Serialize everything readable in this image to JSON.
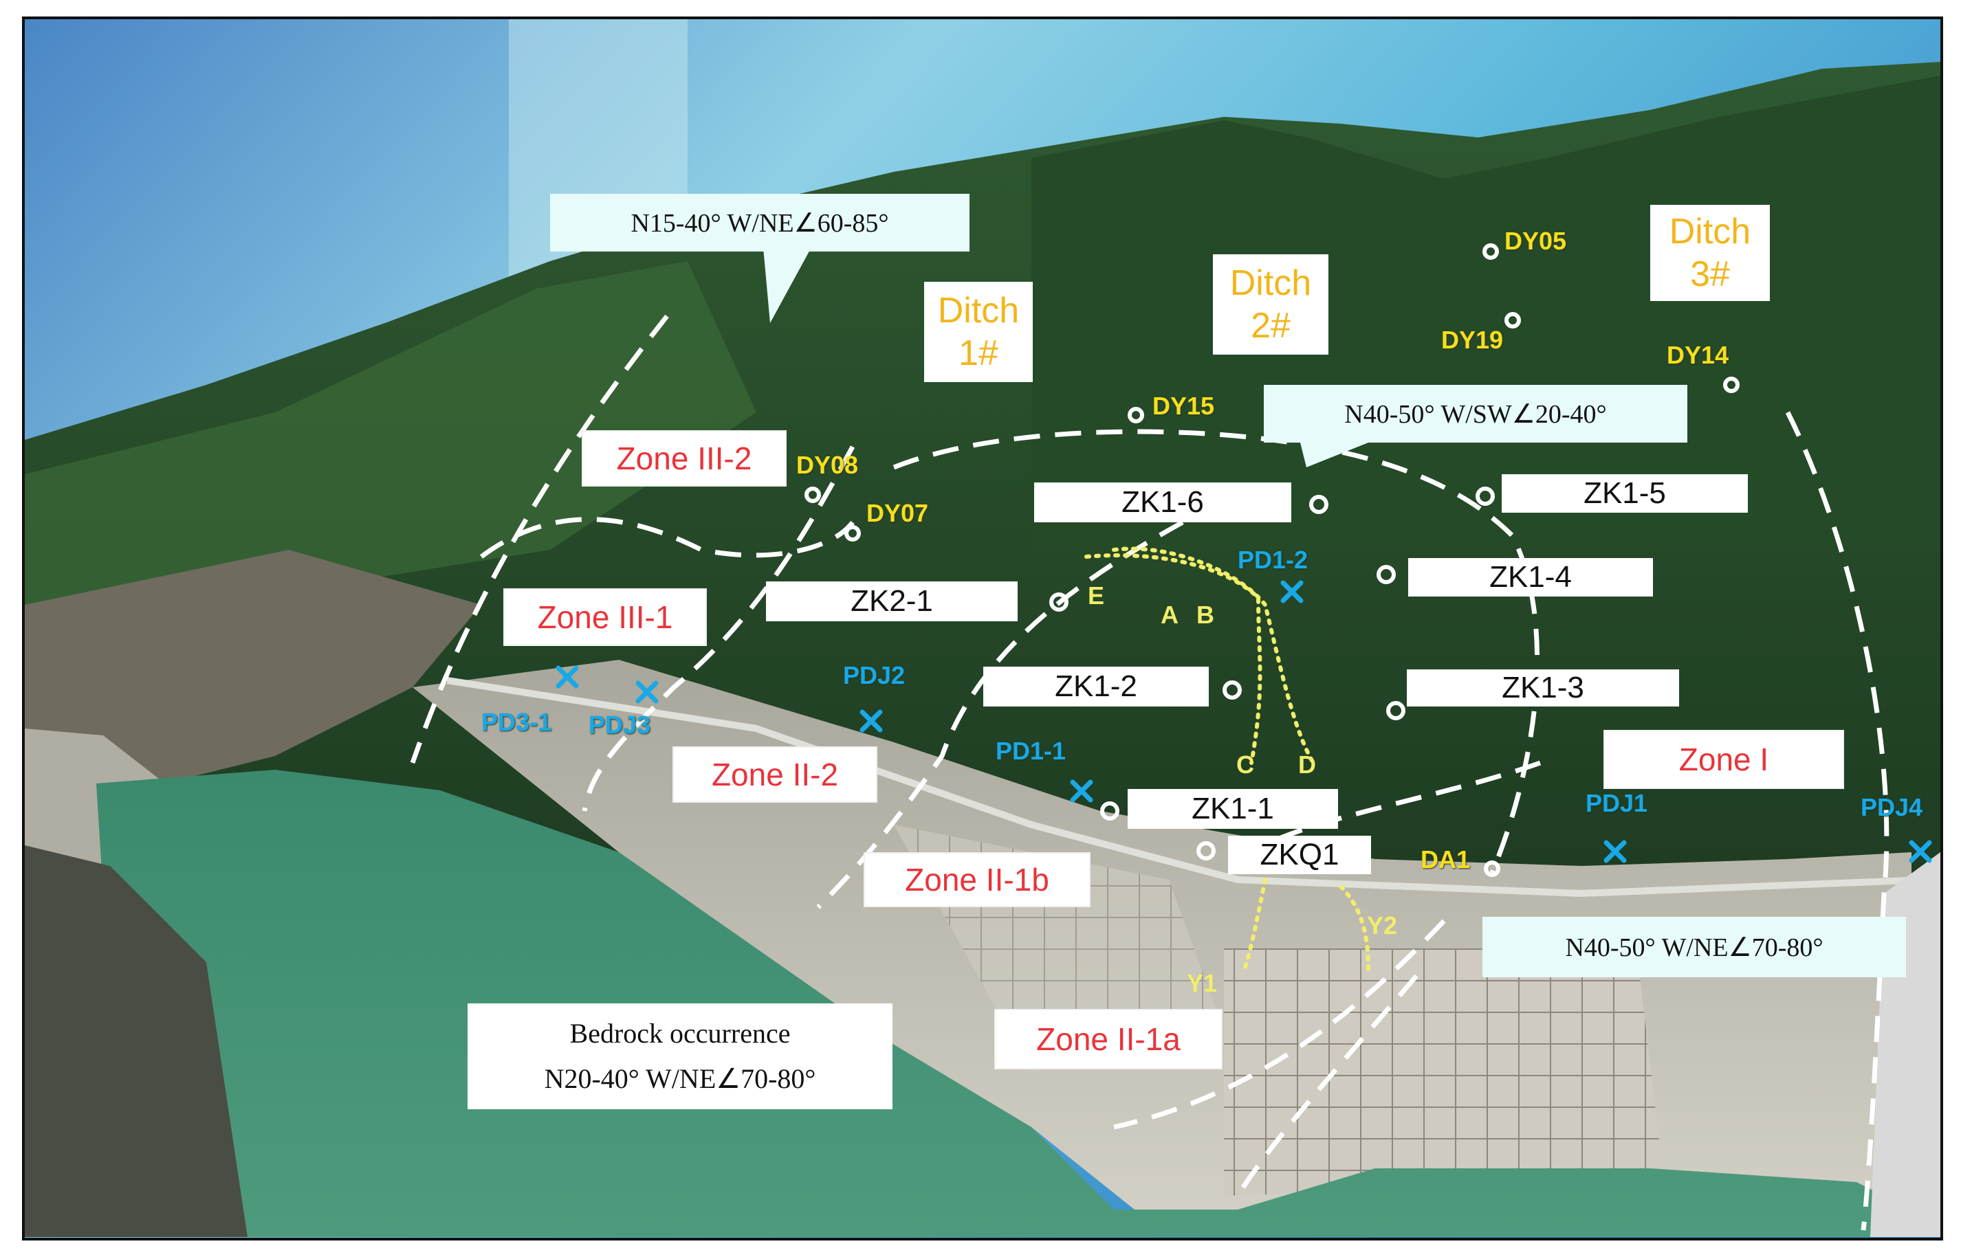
{
  "zones": [
    "Zone III-2",
    "Zone III-1",
    "Zone II-2",
    "Zone II-1b",
    "Zone II-1a",
    "Zone I"
  ],
  "boreholes": [
    "ZK1-6",
    "ZK1-5",
    "ZK1-4",
    "ZK2-1",
    "ZK1-2",
    "ZK1-3",
    "ZK1-1",
    "ZKQ1"
  ],
  "orientations": [
    "N15-40° W/NE∠60-85°",
    "N40-50° W/SW∠20-40°",
    "N40-50° W/NE∠70-80°"
  ],
  "ditches": [
    {
      "line1": "Ditch",
      "line2": "1#"
    },
    {
      "line1": "Ditch",
      "line2": "2#"
    },
    {
      "line1": "Ditch",
      "line2": "3#"
    }
  ],
  "survey_points": [
    "DY05",
    "DY19",
    "DY14",
    "DY15",
    "DY08",
    "DY07",
    "DA1"
  ],
  "adits": [
    "PD1-2",
    "PDJ2",
    "PD3-1",
    "PDJ3",
    "PD1-1",
    "PDJ1",
    "PDJ4"
  ],
  "profile_letters": [
    "E",
    "A",
    "B",
    "C",
    "D",
    "Y1",
    "Y2"
  ],
  "bedrock": {
    "line1": "Bedrock occurrence",
    "line2": "N20-40° W/NE∠70-80°"
  },
  "colors": {
    "zone_text": "#e8343a",
    "survey_point_text": "#f7e01a",
    "adit_marker": "#1aa8e6",
    "profile_line": "#f1ee6a",
    "boundary_line": "#ffffff",
    "ditch_text": "#f2b51b"
  }
}
